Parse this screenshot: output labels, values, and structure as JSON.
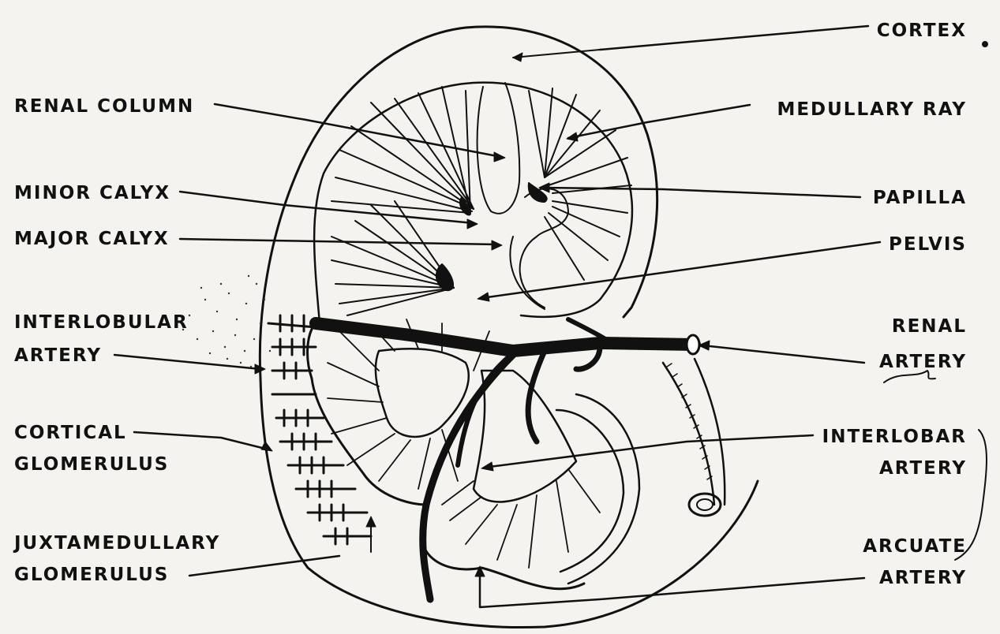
{
  "labels": {
    "cortex": "CORTEX",
    "renal_column": "RENAL COLUMN",
    "medullary_ray": "MEDULLARY RAY",
    "minor_calyx": "MINOR CALYX",
    "papilla": "PAPILLA",
    "major_calyx": "MAJOR CALYX",
    "pelvis": "PELVIS",
    "interlobular_1": "INTERLOBULAR",
    "interlobular_2": "ARTERY",
    "renal_artery_1": "RENAL",
    "renal_artery_2": "ARTERY",
    "cortical_1": "CORTICAL",
    "cortical_2": "GLOMERULUS",
    "interlobar_1": "INTERLOBAR",
    "interlobar_2": "ARTERY",
    "juxta_1": "JUXTAMEDULLARY",
    "juxta_2": "GLOMERULUS",
    "arcuate_1": "ARCUATE",
    "arcuate_2": "ARTERY"
  },
  "colors": {
    "ink": "#111111",
    "paper": "#f4f3ef"
  }
}
